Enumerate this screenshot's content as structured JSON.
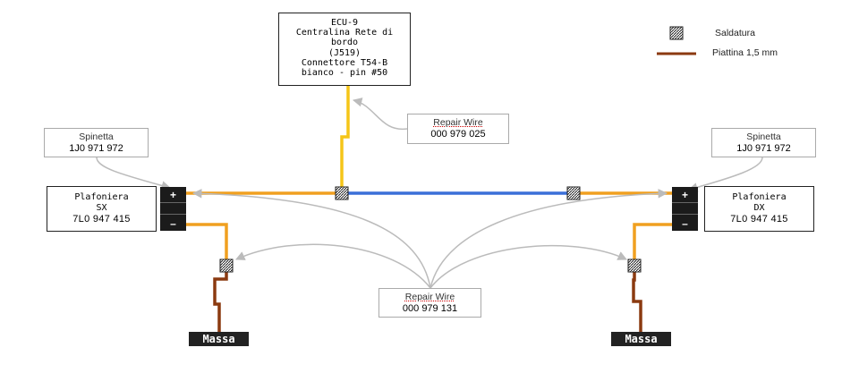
{
  "ecu": {
    "lines": [
      "ECU-9",
      "Centralina Rete di",
      "bordo",
      "(J519)",
      "Connettore T54-B",
      "bianco - pin #50"
    ]
  },
  "plafoniera_sx": {
    "title": "Plafoniera",
    "side": "SX",
    "part": "7L0 947 415",
    "pin_plus": "+",
    "pin_minus": "–"
  },
  "plafoniera_dx": {
    "title": "Plafoniera",
    "side": "DX",
    "part": "7L0 947 415",
    "pin_plus": "+",
    "pin_minus": "–"
  },
  "spinetta_sx": {
    "label": "Spinetta",
    "part": "1J0 971 972"
  },
  "spinetta_dx": {
    "label": "Spinetta",
    "part": "1J0 971 972"
  },
  "repair_wire_top": {
    "label": "Repair Wire",
    "part": "000 979 025"
  },
  "repair_wire_bottom": {
    "label": "Repair Wire",
    "part": "000 979 131"
  },
  "massa_sx": "Massa",
  "massa_dx": "Massa",
  "legend": {
    "saldatura": "Saldatura",
    "piattina": "Piattina 1,5 mm"
  },
  "colors": {
    "yellow_wire": "#f5c518",
    "orange_wire": "#f0a020",
    "blue_wire": "#3a6fd8",
    "brown_wire": "#8b3a10",
    "arrow_grey": "#bbbbbb"
  }
}
